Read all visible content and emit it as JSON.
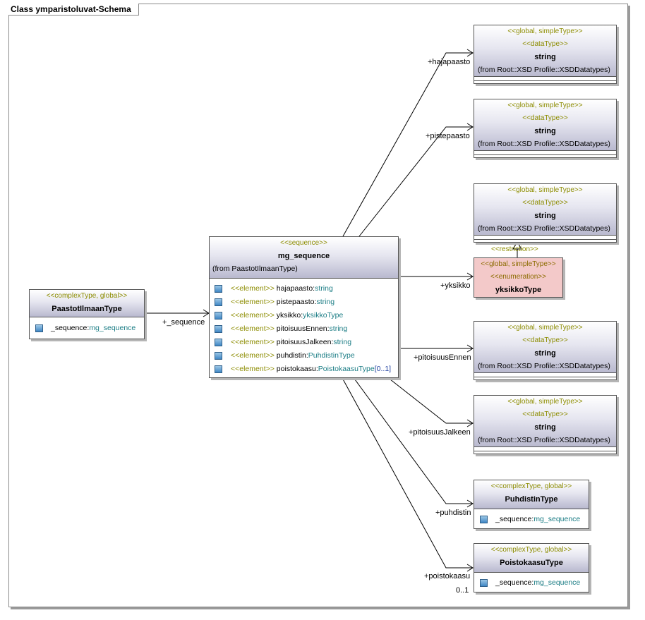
{
  "frame_title": "Class ymparistoluvat-Schema",
  "xsd_box_ids": [
    "hajapaasto",
    "pistepaasto",
    "restrict",
    "pitoisuusEnnen",
    "pitoisuusJalkeen"
  ],
  "xsd": {
    "stereo1": "<<global, simpleType>>",
    "stereo2": "<<dataType>>",
    "name": "string",
    "from": "(from Root::XSD Profile::XSDDatatypes)"
  },
  "yksikko": {
    "stereo1": "<<global, simpleType>>",
    "stereo2": "<<enumeration>>",
    "name": "yksikkoType",
    "restriction_label": "<<restriction>>"
  },
  "paastot": {
    "stereo": "<<complexType, global>>",
    "name": "PaastotIlmaanType",
    "attr_name": "_sequence",
    "attr_sep": ":",
    "attr_type": "mg_sequence"
  },
  "mg_sequence": {
    "stereo": "<<sequence>>",
    "name": "mg_sequence",
    "from": "(from PaastotIlmaanType)",
    "elements": [
      {
        "stereo": "<<element>>",
        "name": " hajapaasto:",
        "type": "string",
        "mult": ""
      },
      {
        "stereo": "<<element>>",
        "name": " pistepaasto:",
        "type": "string",
        "mult": ""
      },
      {
        "stereo": "<<element>>",
        "name": " yksikko:",
        "type": "yksikkoType",
        "mult": ""
      },
      {
        "stereo": "<<element>>",
        "name": " pitoisuusEnnen:",
        "type": "string",
        "mult": ""
      },
      {
        "stereo": "<<element>>",
        "name": " pitoisuusJalkeen:",
        "type": "string",
        "mult": ""
      },
      {
        "stereo": "<<element>>",
        "name": " puhdistin:",
        "type": "PuhdistinType",
        "mult": ""
      },
      {
        "stereo": "<<element>>",
        "name": " poistokaasu:",
        "type": "PoistokaasuType",
        "mult": "[0..1]"
      }
    ]
  },
  "puhdistin": {
    "stereo": "<<complexType, global>>",
    "name": "PuhdistinType",
    "attr_name": "_sequence",
    "attr_sep": ":",
    "attr_type": "mg_sequence"
  },
  "poistokaasu": {
    "stereo": "<<complexType, global>>",
    "name": "PoistokaasuType",
    "attr_name": "_sequence",
    "attr_sep": ":",
    "attr_type": "mg_sequence"
  },
  "labels": {
    "sequence": "+_sequence",
    "hajapaasto": "+hajapaasto",
    "pistepaasto": "+pistepaasto",
    "yksikko": "+yksikko",
    "pitoisuusEnnen": "+pitoisuusEnnen",
    "pitoisuusJalkeen": "+pitoisuusJalkeen",
    "puhdistin": "+puhdistin",
    "poistokaasu": "+poistokaasu",
    "poistokaasu_mult": "0..1"
  }
}
